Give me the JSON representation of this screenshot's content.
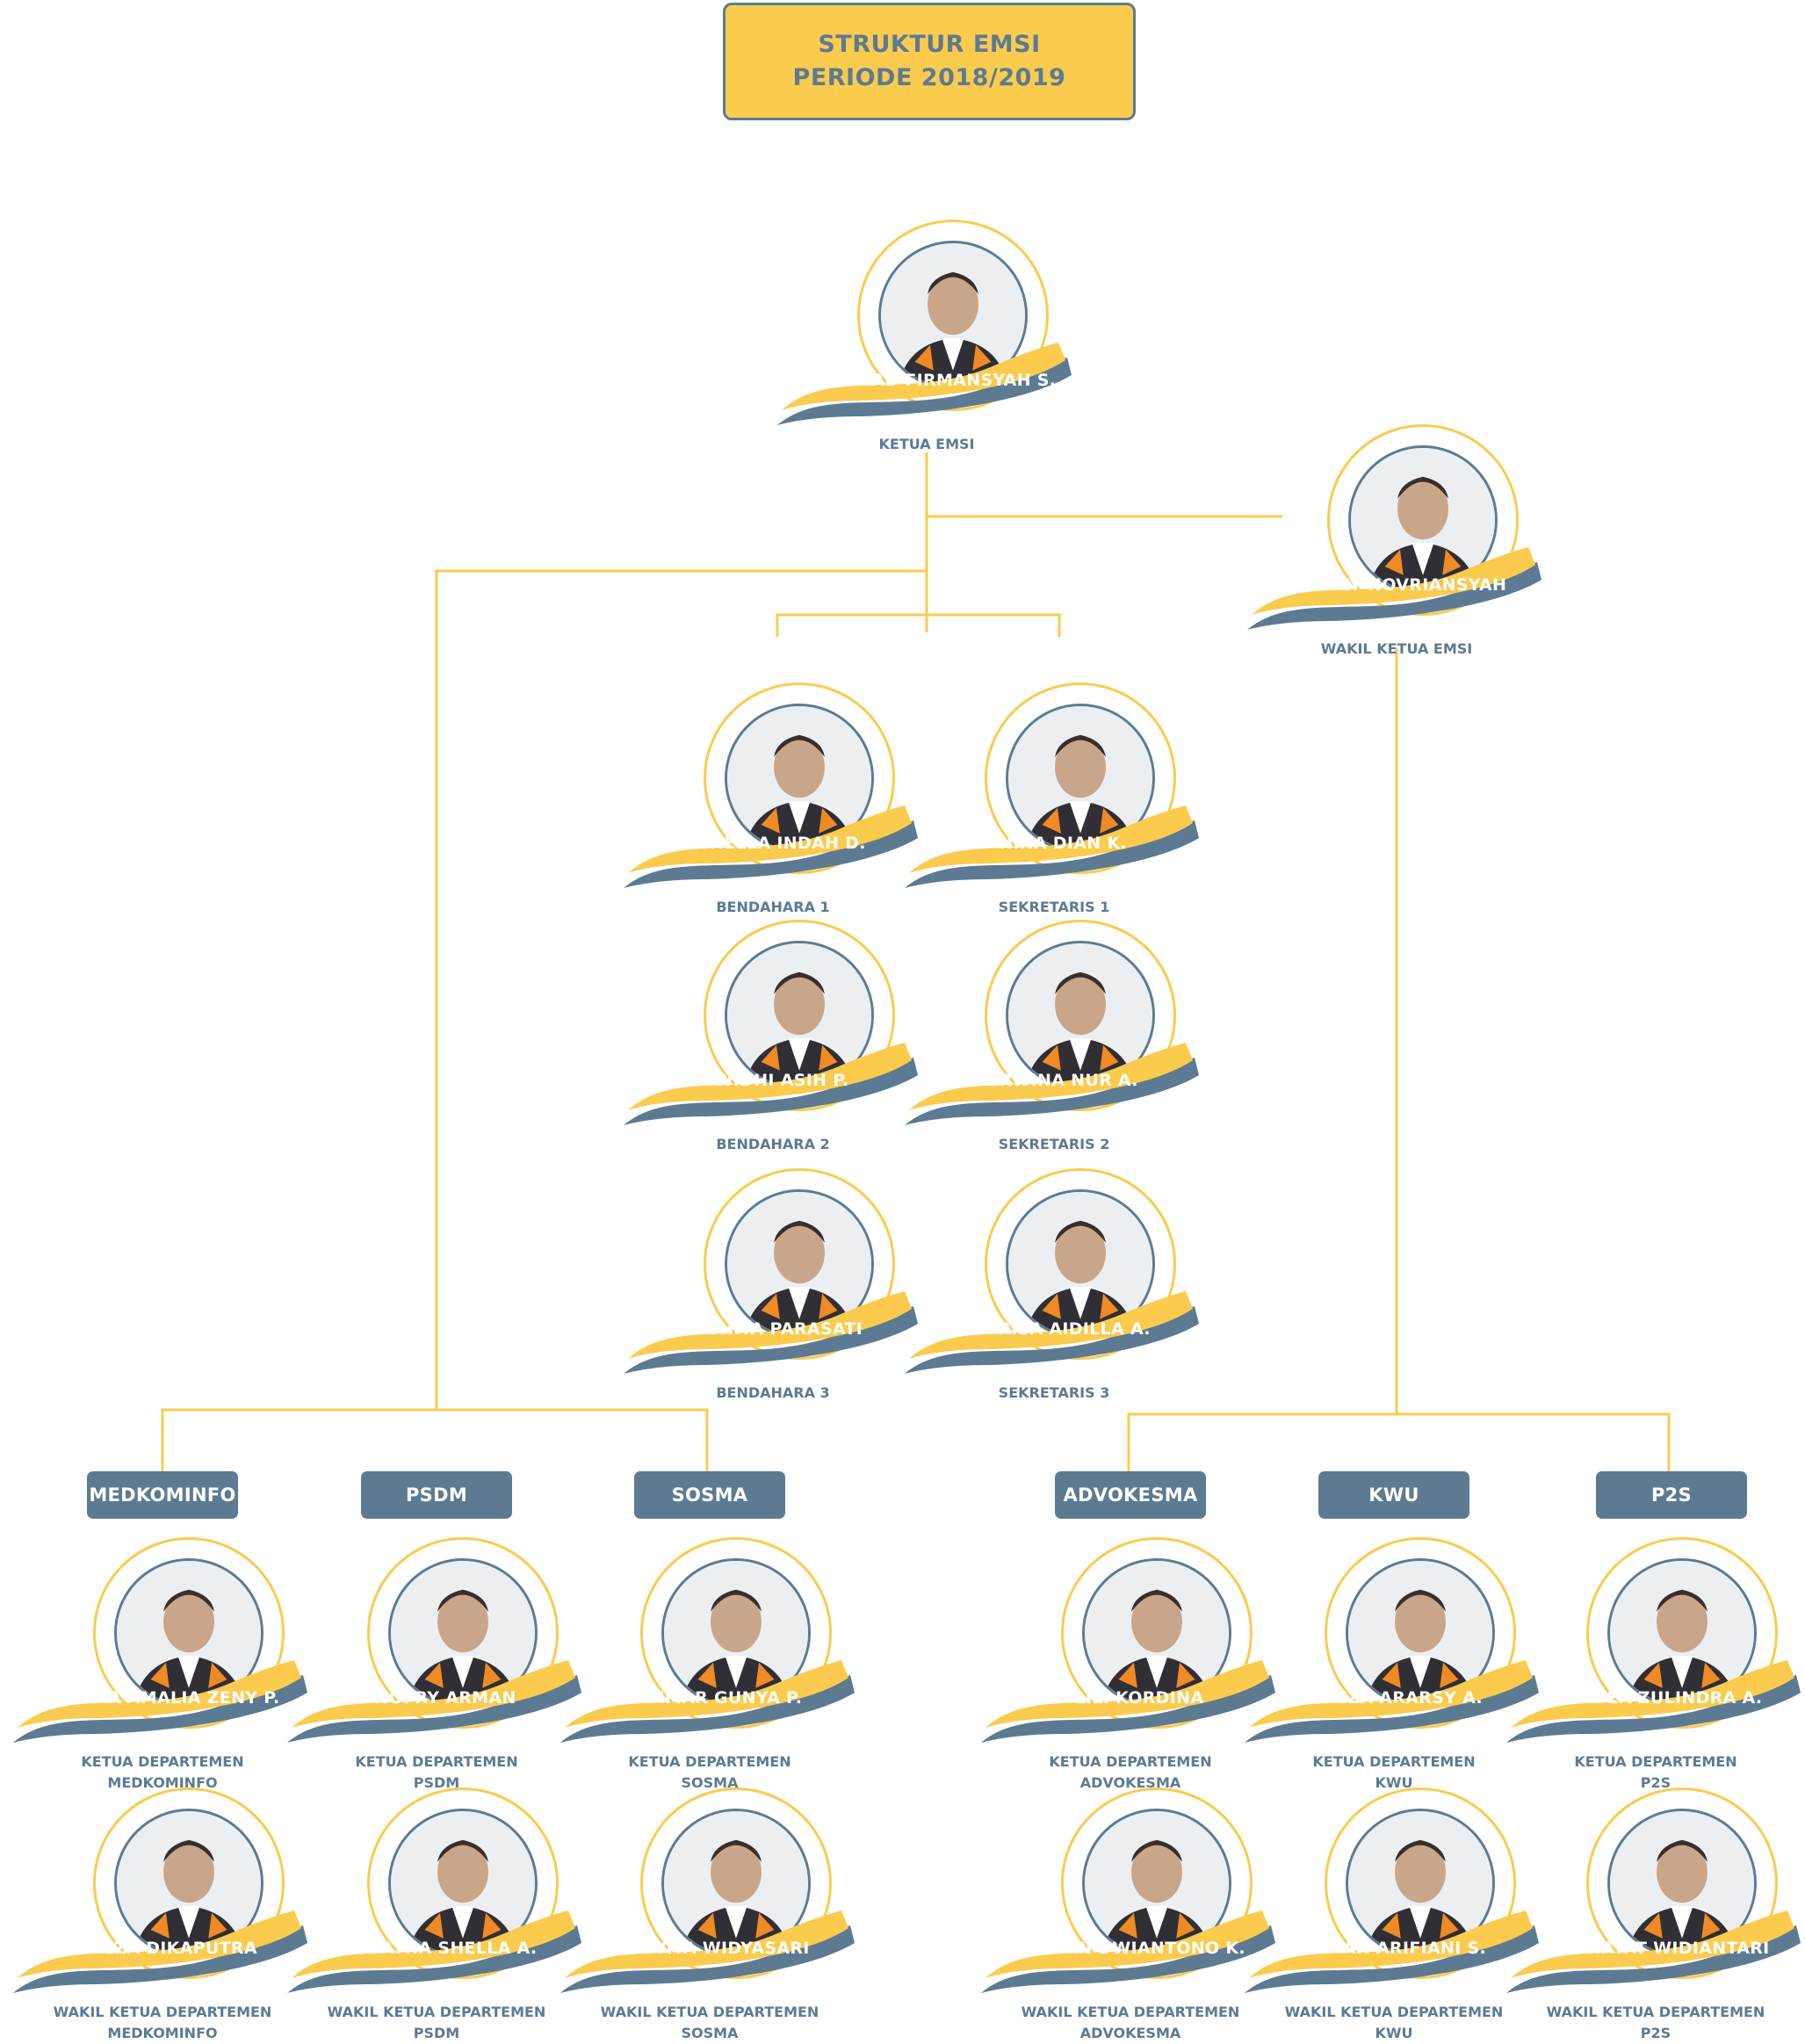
{
  "title": {
    "line1": "STRUKTUR EMSI",
    "line2": "PERIODE 2018/2019"
  },
  "colors": {
    "yellow": "#fbcb4e",
    "slate": "#5c7b93",
    "white": "#ffffff"
  },
  "core": [
    {
      "name": "ACHMAD FIRMANSYAH S.",
      "role1": "KETUA EMSI"
    },
    {
      "name": "RIZKY NOVRIANSYAH",
      "role1": "WAKIL KETUA EMSI"
    },
    {
      "name": "SHELLA INDAH D.",
      "role1": "BENDAHARA 1"
    },
    {
      "name": "NINA DIAN K.",
      "role1": "SEKRETARIS 1"
    },
    {
      "name": "WIDHI ASIH P.",
      "role1": "BENDAHARA 2"
    },
    {
      "name": "ERWINA NUR A.",
      "role1": "SEKRETARIS 2"
    },
    {
      "name": "WHITA PARASATI",
      "role1": "BENDAHARA 3"
    },
    {
      "name": "FARISA AIDILLA A.",
      "role1": "SEKRETARIS 3"
    }
  ],
  "departments": [
    {
      "label": "MEDKOMINFO",
      "head": {
        "name": "RIZKA AMALIA ZENY P.",
        "role1": "KETUA DEPARTEMEN",
        "role2": "MEDKOMINFO"
      },
      "deputy": {
        "name": "FILZA DIKAPUTRA",
        "role1": "WAKIL KETUA DEPARTEMEN",
        "role2": "MEDKOMINFO"
      }
    },
    {
      "label": "PSDM",
      "head": {
        "name": "NOFRY ARMAN",
        "role1": "KETUA DEPARTEMEN",
        "role2": "PSDM"
      },
      "deputy": {
        "name": "AGATHA SHELLA A.",
        "role1": "WAKIL KETUA DEPARTEMEN",
        "role2": "PSDM"
      }
    },
    {
      "label": "SOSMA",
      "head": {
        "name": "AMMAR GUNYA P.",
        "role1": "KETUA DEPARTEMEN",
        "role2": "SOSMA"
      },
      "deputy": {
        "name": "DEVITA WIDYASARI",
        "role1": "WAKIL KETUA DEPARTEMEN",
        "role2": "SOSMA"
      }
    },
    {
      "label": "ADVOKESMA",
      "head": {
        "name": "LILI KORDINA",
        "role1": "KETUA DEPARTEMEN",
        "role2": "ADVOKESMA"
      },
      "deputy": {
        "name": "IRVAN DWIANTONO K.",
        "role1": "WAKIL KETUA DEPARTEMEN",
        "role2": "ADVOKESMA"
      }
    },
    {
      "label": "KWU",
      "head": {
        "name": "REZA ARARSY A.",
        "role1": "KETUA DEPARTEMEN",
        "role2": "KWU"
      },
      "deputy": {
        "name": "DYAH ARIFIANI S.",
        "role1": "WAKIL KETUA DEPARTEMEN",
        "role2": "KWU"
      }
    },
    {
      "label": "P2S",
      "head": {
        "name": "RADEA ZULINDRA A.",
        "role1": "KETUA DEPARTEMEN",
        "role2": "P2S"
      },
      "deputy": {
        "name": "ROHAYAT WIDIANTARI",
        "role1": "WAKIL KETUA DEPARTEMEN",
        "role2": "P2S"
      }
    }
  ]
}
